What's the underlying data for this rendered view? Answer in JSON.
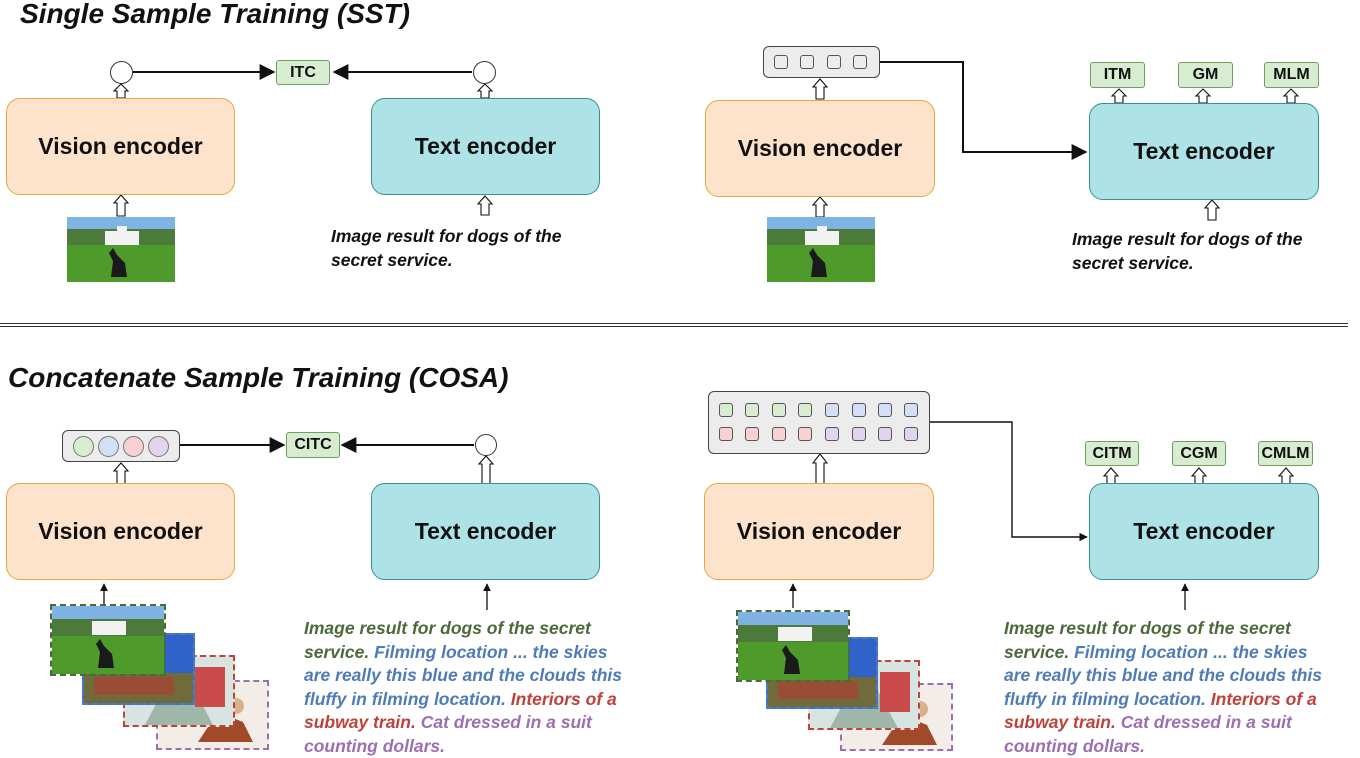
{
  "titles": {
    "sst": "Single Sample Training (SST)",
    "cosa": "Concatenate Sample Training (COSA)"
  },
  "encoders": {
    "vision": "Vision encoder",
    "text": "Text encoder"
  },
  "objectives": {
    "sst_contrastive": "ITC",
    "sst_itm": "ITM",
    "sst_gm": "GM",
    "sst_mlm": "MLM",
    "cosa_contrastive": "CITC",
    "cosa_itm": "CITM",
    "cosa_gm": "CGM",
    "cosa_mlm": "CMLM"
  },
  "captions": {
    "sst_line1": "Image result for dogs of the",
    "sst_line2": "secret service.",
    "cosa_line1": "Image result for dogs of the secret",
    "cosa_line2_a": "service.",
    "cosa_line2_b": " Filming location ... the skies",
    "cosa_line3": "are really this blue and the clouds this",
    "cosa_line4_a": "fluffy in filming location.",
    "cosa_line4_b": " Interiors of a",
    "cosa_line5_a": "subway train.",
    "cosa_line5_b": " Cat dressed in a suit",
    "cosa_line6": "counting dollars."
  },
  "colors": {
    "vision_fill": "#fde3cc",
    "text_fill": "#ade3e6",
    "tag_fill": "#d7ecd0",
    "sample_green": "#4b6a3a",
    "sample_blue": "#4f7bb8",
    "sample_red": "#c0413b",
    "sample_purple": "#9b6fb2"
  }
}
